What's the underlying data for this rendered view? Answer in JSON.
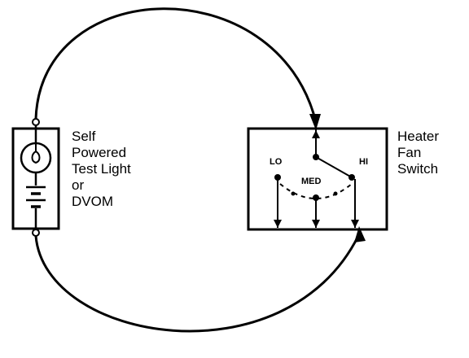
{
  "tester": {
    "label_lines": [
      "Self",
      "Powered",
      "Test Light",
      "or",
      "DVOM"
    ]
  },
  "switch": {
    "label_lines": [
      "Heater",
      "Fan",
      "Switch"
    ],
    "positions": {
      "lo": "LO",
      "med": "MED",
      "hi": "HI"
    }
  },
  "colors": {
    "line": "#000000",
    "background": "#ffffff"
  }
}
